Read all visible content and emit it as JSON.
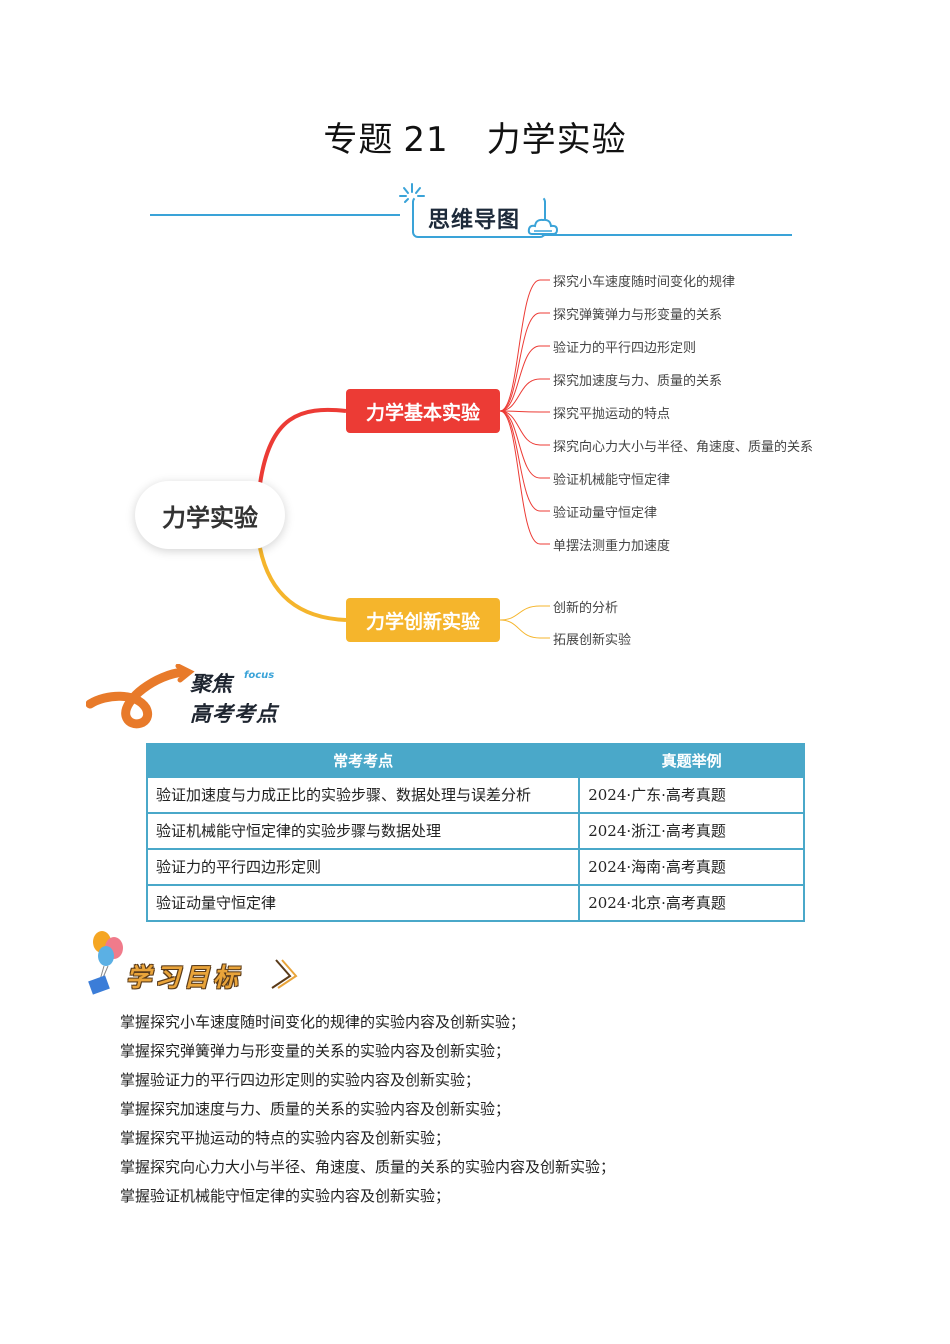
{
  "title": {
    "prefix": "专题",
    "number": "21",
    "name": "力学实验"
  },
  "mindmap_header": {
    "label": "思维导图"
  },
  "mindmap": {
    "root": "力学实验",
    "branches": [
      {
        "label": "力学基本实验",
        "color": "#ec3b35",
        "leaves": [
          "探究小车速度随时间变化的规律",
          "探究弹簧弹力与形变量的关系",
          "验证力的平行四边形定则",
          "探究加速度与力、质量的关系",
          "探究平抛运动的特点",
          "探究向心力大小与半径、角速度、质量的关系",
          "验证机械能守恒定律",
          "验证动量守恒定律",
          "单摆法测重力加速度"
        ]
      },
      {
        "label": "力学创新实验",
        "color": "#f5b52c",
        "leaves": [
          "创新的分析",
          "拓展创新实验"
        ]
      }
    ]
  },
  "focus_header": {
    "line1": "聚焦",
    "line1_sub": "focus",
    "line2": "高考考点"
  },
  "exam_table": {
    "headers": [
      "常考考点",
      "真题举例"
    ],
    "rows": [
      [
        "验证加速度与力成正比的实验步骤、数据处理与误差分析",
        "2024·广东·高考真题"
      ],
      [
        "验证机械能守恒定律的实验步骤与数据处理",
        "2024·浙江·高考真题"
      ],
      [
        "验证力的平行四边形定则",
        "2024·海南·高考真题"
      ],
      [
        "验证动量守恒定律",
        "2024·北京·高考真题"
      ]
    ]
  },
  "goals_header": {
    "label": "学习目标"
  },
  "goals": [
    "掌握探究小车速度随时间变化的规律的实验内容及创新实验；",
    "掌握探究弹簧弹力与形变量的关系的实验内容及创新实验；",
    "掌握验证力的平行四边形定则的实验内容及创新实验；",
    "掌握探究加速度与力、质量的关系的实验内容及创新实验；",
    "掌握探究平抛运动的特点的实验内容及创新实验；",
    "掌握探究向心力大小与半径、角速度、质量的关系的实验内容及创新实验；",
    "掌握验证机械能守恒定律的实验内容及创新实验；"
  ],
  "colors": {
    "accent": "#3aa3d8",
    "table_header": "#4aa8c9",
    "basic_branch": "#ec3b35",
    "innovation_branch": "#f5b52c"
  }
}
